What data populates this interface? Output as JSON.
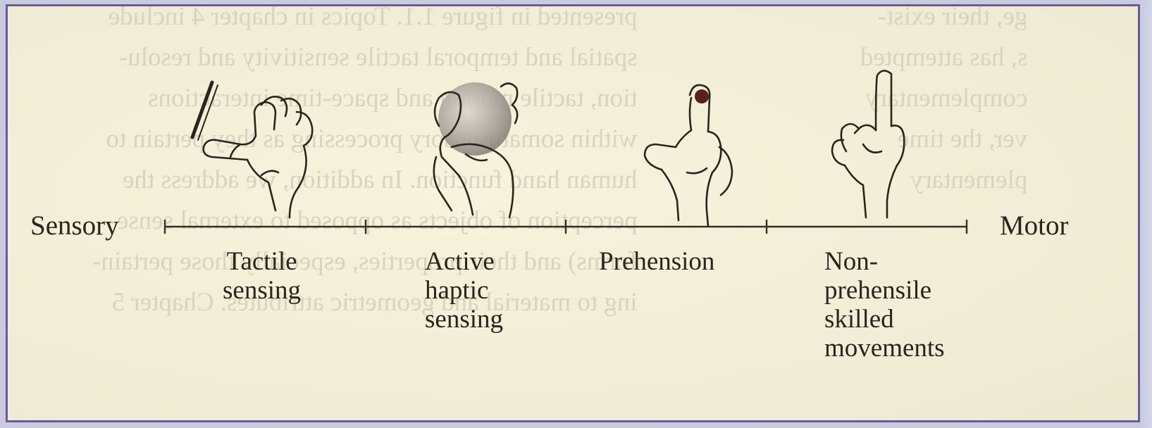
{
  "diagram": {
    "left_end": "Sensory",
    "right_end": "Motor",
    "stages": [
      {
        "lines": [
          "Tactile",
          "sensing"
        ],
        "icon": "hand-stylus-icon"
      },
      {
        "lines": [
          "Active",
          "haptic",
          "sensing"
        ],
        "icon": "hand-sphere-icon"
      },
      {
        "lines": [
          "Prehension"
        ],
        "icon": "hand-pinch-icon"
      },
      {
        "lines": [
          "Non-",
          "prehensile",
          "skilled",
          "movements"
        ],
        "icon": "hand-pointing-icon"
      }
    ]
  },
  "background_text": {
    "col1": [
      "ge, their exist-",
      "s, has attempted",
      "complementary",
      "ver, the time",
      "",
      "",
      "plementary"
    ],
    "col2": [
      "presented in figure 1.1. Topics in chapter 4 include",
      "spatial and temporal tactile sensitivity and resolu-",
      "tion, tactile motion and space-time interactions",
      "within somatosensory processing as they pertain to",
      "human hand function. In addition, we address the",
      "perception of objects as opposed to external sense-",
      "forms) and their properties, especially those pertain-",
      "ing to material and geometric attributes. Chapter 5"
    ],
    "col3": []
  }
}
